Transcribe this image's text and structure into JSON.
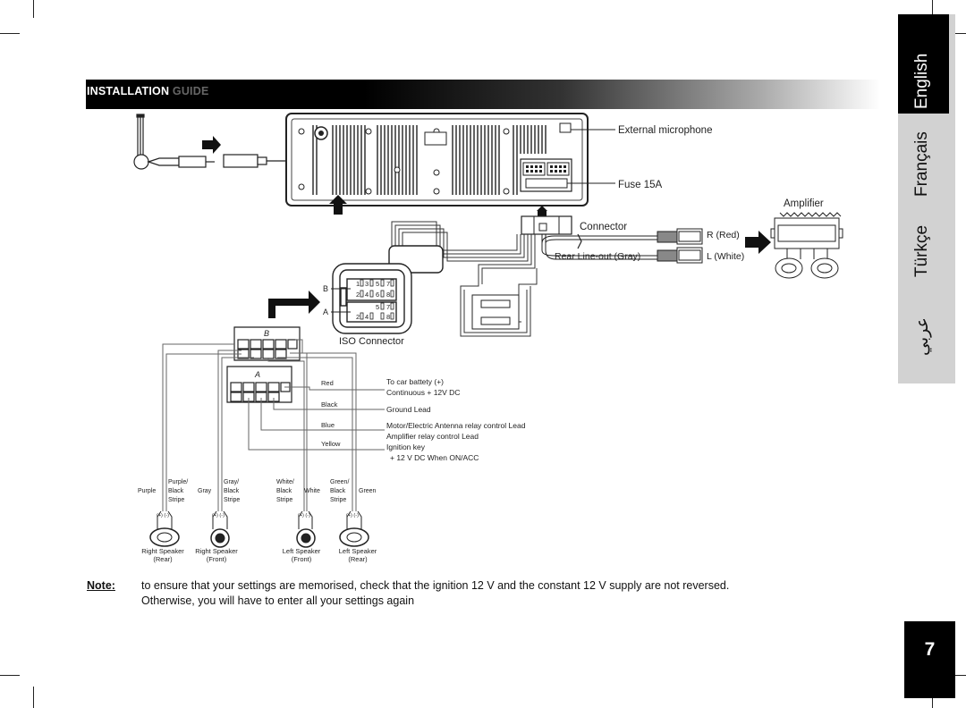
{
  "header": {
    "title_main": "INSTALLATION",
    "title_rest": "GUIDE"
  },
  "languages": [
    {
      "label": "English",
      "active": true
    },
    {
      "label": "Français",
      "active": false
    },
    {
      "label": "Türkçe",
      "active": false
    },
    {
      "label": "عربي",
      "active": false
    }
  ],
  "diagram": {
    "labels": {
      "external_microphone": "External microphone",
      "fuse": "Fuse 15A",
      "connector": "Connector",
      "amplifier": "Amplifier",
      "r_red": "R (Red)",
      "l_white": "L (White)",
      "rear_lineout": "Rear Line-out (Gray)",
      "iso_connector": "ISO Connector",
      "plug_a": "A",
      "plug_b": "B",
      "fuse_icon": "FUSE"
    },
    "wires": [
      {
        "color_label": "Red",
        "desc": "To car battety (+)",
        "desc2": "Continuous  + 12V DC"
      },
      {
        "color_label": "Black",
        "desc": "Ground Lead",
        "desc2": ""
      },
      {
        "color_label": "Blue",
        "desc": "Motor/Electric Antenna relay control Lead",
        "desc2": "Amplifier relay control Lead"
      },
      {
        "color_label": "Yellow",
        "desc": "Ignition key",
        "desc2": "+ 12 V DC When  ON/ACC"
      }
    ],
    "speaker_wires": [
      {
        "l1": "",
        "l2": "Purple",
        "l3": ""
      },
      {
        "l1": "Purple/",
        "l2": "Black",
        "l3": "Stripe"
      },
      {
        "l1": "",
        "l2": "Gray",
        "l3": ""
      },
      {
        "l1": "Gray/",
        "l2": "Black",
        "l3": "Stripe"
      },
      {
        "l1": "White/",
        "l2": "Black",
        "l3": "Stripe"
      },
      {
        "l1": "",
        "l2": "White",
        "l3": ""
      },
      {
        "l1": "Green/",
        "l2": "Black",
        "l3": "Stripe"
      },
      {
        "l1": "",
        "l2": "Green",
        "l3": ""
      }
    ],
    "speakers": [
      {
        "name": "Right Speaker",
        "pos": "(Rear)"
      },
      {
        "name": "Right Speaker",
        "pos": "(Front)"
      },
      {
        "name": "Left Speaker",
        "pos": "(Front)"
      },
      {
        "name": "Left Speaker",
        "pos": "(Rear)"
      }
    ],
    "pins_b": [
      "1",
      "3",
      "5",
      "7",
      "2",
      "4",
      "6",
      "8"
    ],
    "pins_a": [
      "5",
      "7",
      "2",
      "4",
      "8"
    ],
    "polarity": "(+)  (-)"
  },
  "note": {
    "label": "Note:",
    "line1": "to ensure that your settings are memorised, check that the ignition 12 V and the constant 12 V supply are not reversed.",
    "line2": "Otherwise, you will have to enter all your settings again"
  },
  "page_number": "7"
}
